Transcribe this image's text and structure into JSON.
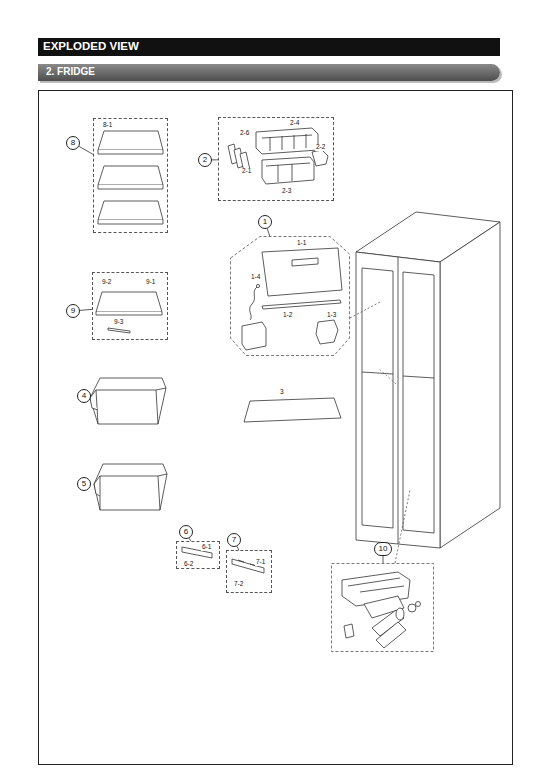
{
  "diagram": {
    "title": "EXPLODED VIEW",
    "nodes": [
      {
        "text": [
          "2. FRIDGE"
        ]
      },
      {
        "text": [
          "8-1"
        ]
      },
      {
        "text": [
          "8"
        ]
      },
      {
        "text": [
          "2-6",
          "2-4",
          "2-2",
          "2-1",
          "2-3"
        ]
      },
      {
        "text": [
          "2"
        ]
      },
      {
        "text": [
          "1-1",
          "1-4",
          "1-2",
          "1-3"
        ]
      },
      {
        "text": [
          "1"
        ]
      },
      {
        "text": [
          "9-2",
          "9-1",
          "9-3"
        ]
      },
      {
        "text": [
          "9"
        ]
      },
      {
        "text": [
          "4"
        ]
      },
      {
        "text": [
          "5"
        ]
      },
      {
        "text": [
          "6-1",
          "6-2"
        ]
      },
      {
        "text": [
          "6"
        ]
      },
      {
        "text": [
          "7-2",
          "7-1"
        ]
      },
      {
        "text": [
          "7"
        ]
      },
      {
        "text": [
          "10"
        ]
      }
    ],
    "edges": [
      {
        "from": 2,
        "to": 1,
        "arrow": "none"
      },
      {
        "from": 4,
        "to": 3,
        "arrow": "none"
      },
      {
        "from": 6,
        "to": 5,
        "arrow": "none"
      },
      {
        "from": 8,
        "to": 7,
        "arrow": "none"
      },
      {
        "from": 12,
        "to": 11,
        "arrow": "none"
      },
      {
        "from": 14,
        "to": 13,
        "arrow": "none"
      }
    ],
    "labels": [
      "3"
    ]
  }
}
